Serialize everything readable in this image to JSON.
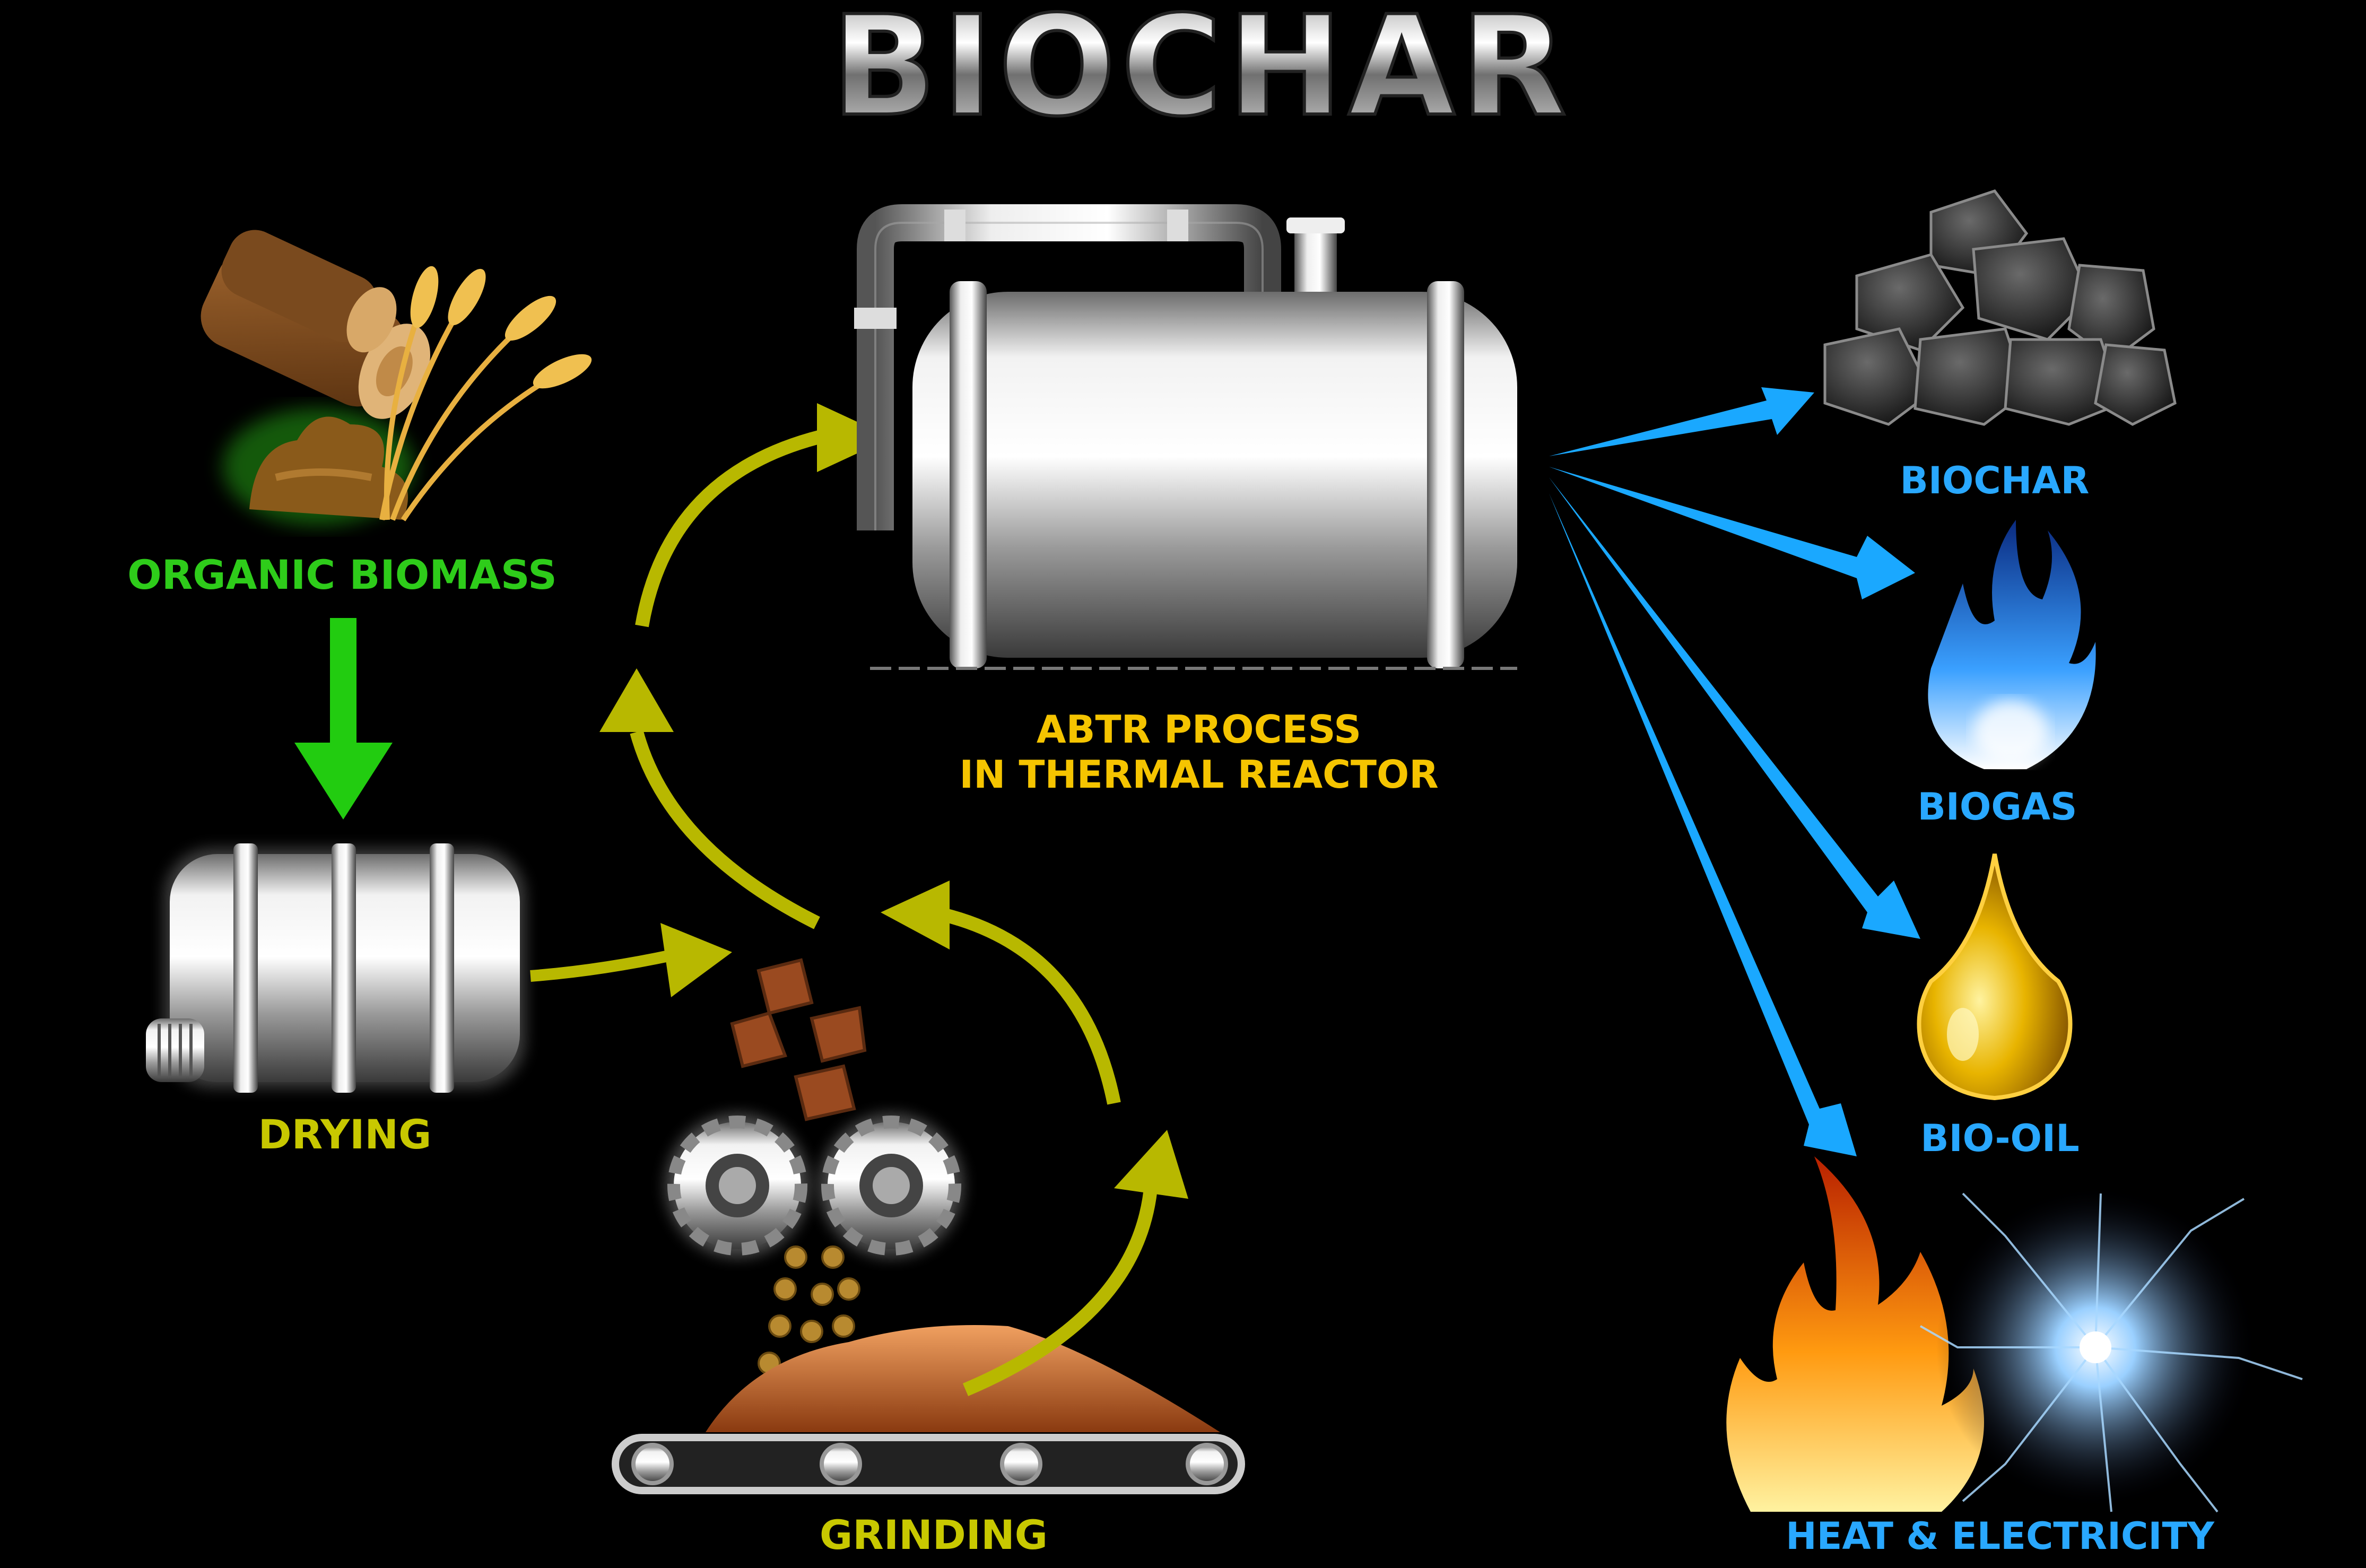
{
  "title": "BIOCHAR",
  "stages": {
    "biomass": "ORGANIC BIOMASS",
    "drying": "DRYING",
    "grinding": "GRINDING",
    "reactor_line1": "ABTR PROCESS",
    "reactor_line2": "IN THERMAL REACTOR"
  },
  "outputs": {
    "biochar": "BIOCHAR",
    "biogas": "BIOGAS",
    "biooil": "BIO-OIL",
    "heat": "HEAT & ELECTRICITY"
  },
  "colors": {
    "background": "#000000",
    "biomass_label": "#2ecc1a",
    "process_arrow": "#b8b800",
    "stage_label": "#c8c800",
    "reactor_label": "#f5c400",
    "output_label": "#29a8ff",
    "output_arrow": "#1aa8ff"
  }
}
